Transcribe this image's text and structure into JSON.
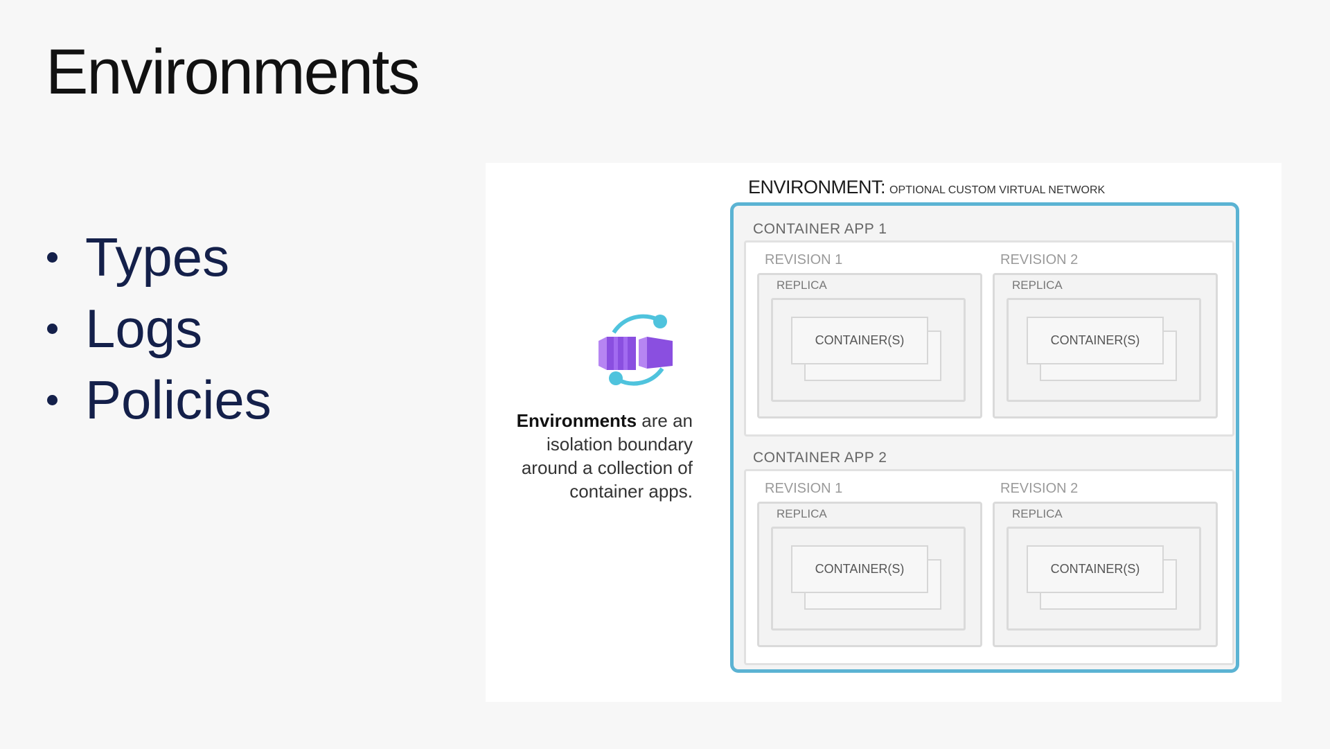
{
  "slide": {
    "title": "Environments",
    "bullets": [
      "Types",
      "Logs",
      "Policies"
    ]
  },
  "diagram": {
    "env_label": "ENVIRONMENT:",
    "env_sublabel": "OPTIONAL CUSTOM VIRTUAL NETWORK",
    "apps": [
      {
        "label": "CONTAINER APP 1",
        "revisions": [
          {
            "label": "REVISION 1",
            "replica": "REPLICA",
            "container": "CONTAINER(S)"
          },
          {
            "label": "REVISION 2",
            "replica": "REPLICA",
            "container": "CONTAINER(S)"
          }
        ]
      },
      {
        "label": "CONTAINER APP 2",
        "revisions": [
          {
            "label": "REVISION 1",
            "replica": "REPLICA",
            "container": "CONTAINER(S)"
          },
          {
            "label": "REVISION 2",
            "replica": "REPLICA",
            "container": "CONTAINER(S)"
          }
        ]
      }
    ],
    "description_bold": "Environments",
    "description_rest": " are an isolation boundary around a collection of container apps.",
    "icon": "container-apps-environment-icon",
    "colors": {
      "border": "#5bb3d3",
      "icon_purple": "#8a4fe0",
      "icon_teal": "#4fc3dd"
    }
  }
}
